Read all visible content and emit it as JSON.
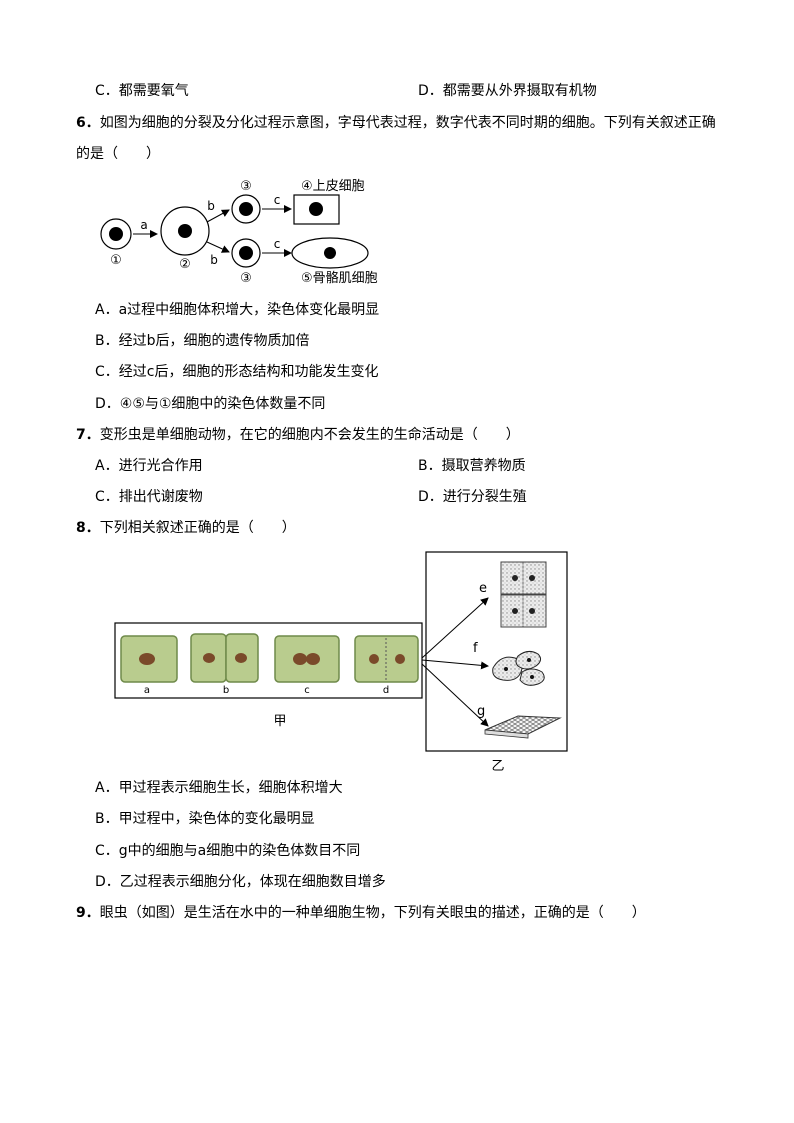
{
  "top_options": {
    "c": "C．都需要氧气",
    "d": "D．都需要从外界摄取有机物"
  },
  "q6": {
    "number": "6．",
    "stem_1": "如图为细胞的分裂及分化过程示意图，字母代表过程，数字代表不同时期的细胞。下列有关叙述正确",
    "stem_2": "的是（　　）",
    "figure": {
      "label_1": "①",
      "label_2": "②",
      "label_3_top": "③",
      "label_3_bottom": "③",
      "label_4": "④上皮细胞",
      "label_5": "⑤骨骼肌细胞",
      "arrow_a": "a",
      "arrow_b_top": "b",
      "arrow_b_bottom": "b",
      "arrow_c_top": "c",
      "arrow_c_bottom": "c"
    },
    "options": {
      "a": "A．a过程中细胞体积增大，染色体变化最明显",
      "b": "B．经过b后，细胞的遗传物质加倍",
      "c": "C．经过c后，细胞的形态结构和功能发生变化",
      "d": "D．④⑤与①细胞中的染色体数量不同"
    }
  },
  "q7": {
    "number": "7．",
    "stem": "变形虫是单细胞动物，在它的细胞内不会发生的生命活动是（　　）",
    "options": {
      "a": "A．进行光合作用",
      "b": "B．摄取营养物质",
      "c": "C．排出代谢废物",
      "d": "D．进行分裂生殖"
    }
  },
  "q8": {
    "number": "8．",
    "stem": "下列相关叙述正确的是（　　）",
    "figure": {
      "panel_jia": "甲",
      "panel_yi": "乙",
      "cell_a": "a",
      "cell_b": "b",
      "cell_c": "c",
      "cell_d": "d",
      "label_e": "e",
      "label_f": "f",
      "label_g": "g"
    },
    "options": {
      "a": "A．甲过程表示细胞生长，细胞体积增大",
      "b": "B．甲过程中，染色体的变化最明显",
      "c": "C．g中的细胞与a细胞中的染色体数目不同",
      "d": "D．乙过程表示细胞分化，体现在细胞数目增多"
    }
  },
  "q9": {
    "number": "9．",
    "stem": "眼虫（如图）是生活在水中的一种单细胞生物，下列有关眼虫的描述，正确的是（　　）"
  },
  "colors": {
    "cell_fill": "#b9cc8e",
    "cell_border": "#6f8a4a",
    "nucleus": "#7a4a2a"
  }
}
